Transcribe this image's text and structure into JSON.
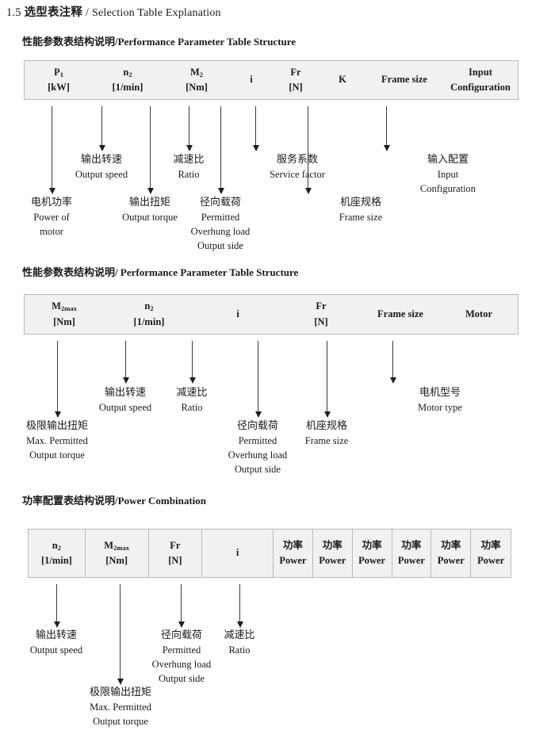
{
  "document": {
    "title_number": "1.5",
    "title_cn": "选型表注释",
    "title_sep": "/",
    "title_en": "Selection Table Explanation"
  },
  "sections": [
    {
      "heading_cn": "性能参数表结构说明",
      "heading_sep": "/",
      "heading_en": "Performance Parameter Table Structure",
      "table": {
        "columns": [
          {
            "symbol": "P",
            "sub": "1",
            "unit": "[kW]"
          },
          {
            "symbol": "n",
            "sub": "2",
            "unit": "[1/min]"
          },
          {
            "symbol": "M",
            "sub": "2",
            "unit": "[Nm]"
          },
          {
            "symbol": "i",
            "sub": "",
            "unit": ""
          },
          {
            "symbol": "Fr",
            "sub": "",
            "unit": "[N]"
          },
          {
            "symbol": "K",
            "sub": "",
            "unit": ""
          },
          {
            "symbol": "Frame size",
            "sub": "",
            "unit": ""
          },
          {
            "symbol": "Input",
            "sub": "",
            "unit": "Configuration"
          }
        ]
      },
      "annotations": [
        {
          "cn": "电机功率",
          "en": [
            "Power of",
            "motor"
          ]
        },
        {
          "cn": "输出转速",
          "en": [
            "Output speed"
          ]
        },
        {
          "cn": "输出扭矩",
          "en": [
            "Output torque"
          ]
        },
        {
          "cn": "减速比",
          "en": [
            "Ratio"
          ]
        },
        {
          "cn": "径向载荷",
          "en": [
            "Permitted",
            "Overhung load",
            "Output side"
          ]
        },
        {
          "cn": "服务系数",
          "en": [
            "Service factor"
          ]
        },
        {
          "cn": "机座规格",
          "en": [
            "Frame size"
          ]
        },
        {
          "cn": "输入配置",
          "en": [
            "Input",
            "Configuration"
          ]
        }
      ]
    },
    {
      "heading_cn": "性能参数表结构说明",
      "heading_sep": "/",
      "heading_en": "Performance Parameter Table Structure",
      "table": {
        "columns": [
          {
            "symbol": "M",
            "sub": "2max",
            "unit": "[Nm]"
          },
          {
            "symbol": "n",
            "sub": "2",
            "unit": "[1/min]"
          },
          {
            "symbol": "i",
            "sub": "",
            "unit": ""
          },
          {
            "symbol": "Fr",
            "sub": "",
            "unit": "[N]"
          },
          {
            "symbol": "Frame size",
            "sub": "",
            "unit": ""
          },
          {
            "symbol": "Motor",
            "sub": "",
            "unit": ""
          }
        ]
      },
      "annotations": [
        {
          "cn": "极限输出扭矩",
          "en": [
            "Max. Permitted",
            "Output  torque"
          ]
        },
        {
          "cn": "输出转速",
          "en": [
            "Output speed"
          ]
        },
        {
          "cn": "减速比",
          "en": [
            "Ratio"
          ]
        },
        {
          "cn": "径向载荷",
          "en": [
            "Permitted",
            "Overhung load",
            "Output side"
          ]
        },
        {
          "cn": "机座规格",
          "en": [
            "Frame size"
          ]
        },
        {
          "cn": "电机型号",
          "en": [
            "Motor type"
          ]
        }
      ]
    },
    {
      "heading_cn": "功率配置表结构说明",
      "heading_sep": "/",
      "heading_en": "Power Combination",
      "table": {
        "columns": [
          {
            "symbol": "n",
            "sub": "2",
            "unit": "[1/min]"
          },
          {
            "symbol": "M",
            "sub": "2max",
            "unit": "[Nm]"
          },
          {
            "symbol": "Fr",
            "sub": "",
            "unit": "[N]"
          },
          {
            "symbol": "i",
            "sub": "",
            "unit": ""
          },
          {
            "symbol": "功率",
            "sub": "",
            "unit": "Power"
          },
          {
            "symbol": "功率",
            "sub": "",
            "unit": "Power"
          },
          {
            "symbol": "功率",
            "sub": "",
            "unit": "Power"
          },
          {
            "symbol": "功率",
            "sub": "",
            "unit": "Power"
          },
          {
            "symbol": "功率",
            "sub": "",
            "unit": "Power"
          },
          {
            "symbol": "功率",
            "sub": "",
            "unit": "Power"
          }
        ]
      },
      "annotations": [
        {
          "cn": "输出转速",
          "en": [
            "Output speed"
          ]
        },
        {
          "cn": "极限输出扭矩",
          "en": [
            "Max. Permitted",
            "Output  torque"
          ]
        },
        {
          "cn": "径向载荷",
          "en": [
            "Permitted",
            "Overhung load",
            "Output side"
          ]
        },
        {
          "cn": "减速比",
          "en": [
            "Ratio"
          ]
        }
      ]
    }
  ],
  "colors": {
    "table_fill": "#f1f1f1",
    "table_border": "#b9b9b9",
    "arrow": "#3a3a3a",
    "text": "#1a1a1a"
  }
}
